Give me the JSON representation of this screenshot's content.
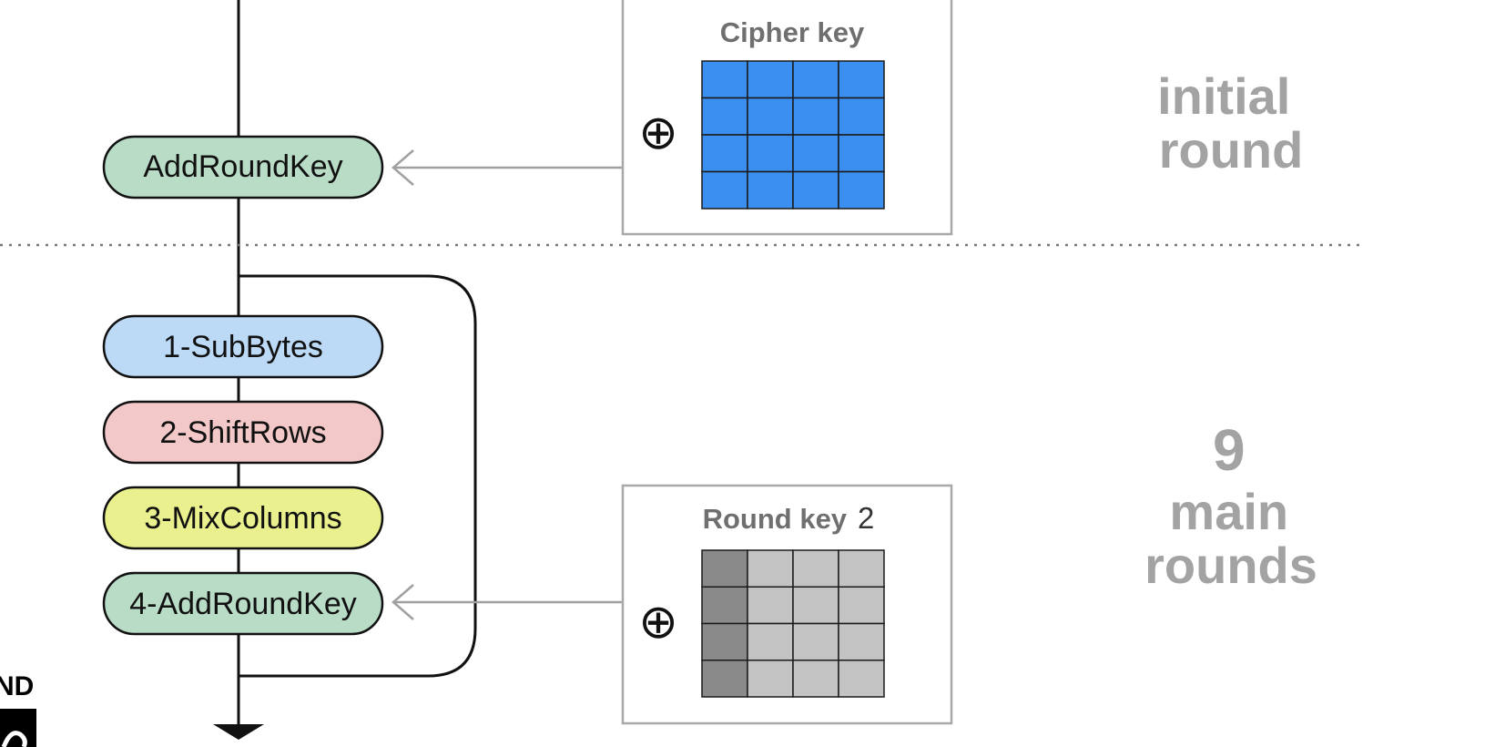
{
  "flow": {
    "initial_step": "AddRoundKey",
    "main_steps": [
      "1-SubBytes",
      "2-ShiftRows",
      "3-MixColumns",
      "4-AddRoundKey"
    ]
  },
  "cipher_key_box": {
    "title": "Cipher key",
    "symbol": "⊕",
    "cell_color": "#3a8ff0"
  },
  "round_key_box": {
    "title": "Round key",
    "number": "2",
    "symbol": "⊕",
    "highlight_column_color": "#8a8a8a",
    "cell_color": "#c3c3c3"
  },
  "labels": {
    "initial_round": [
      "initial",
      "round"
    ],
    "main_rounds": [
      "9",
      "main",
      "rounds"
    ]
  },
  "cut_off_text": "ND",
  "colors": {
    "addroundkey": "#b9dcc7",
    "subbytes": "#bcd9f5",
    "shiftrows": "#f3c8c9",
    "mixcolumns": "#eaf08d",
    "label_gray": "#a3a3a3",
    "arrow_gray": "#a0a0a0"
  }
}
